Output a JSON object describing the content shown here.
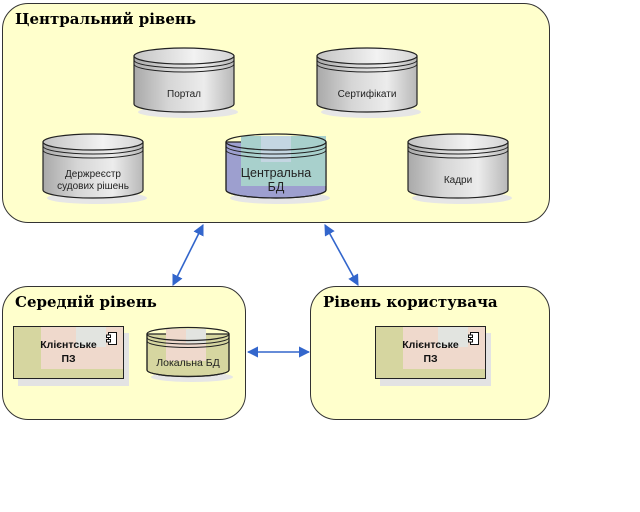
{
  "diagram": {
    "zones": {
      "central": {
        "title": "Центральний рівень"
      },
      "middle": {
        "title": "Середній рівень"
      },
      "user": {
        "title": "Рівень користувача"
      }
    },
    "central_databases": [
      {
        "id": "portal",
        "label": "Портал"
      },
      {
        "id": "certificates",
        "label": "Сертифікати"
      },
      {
        "id": "court-registry",
        "label_line1": "Держреєстр",
        "label_line2": "судових рішень"
      },
      {
        "id": "central-db",
        "label_line1": "Центральна",
        "label_line2": "БД"
      },
      {
        "id": "hr",
        "label": "Кадри"
      }
    ],
    "middle": {
      "client": {
        "label_line1": "Клієнтське",
        "label_line2": "ПЗ",
        "icon": "component-icon"
      },
      "local_db": {
        "label": "Локальна БД"
      }
    },
    "user": {
      "client": {
        "label_line1": "Клієнтське",
        "label_line2": "ПЗ",
        "icon": "component-icon"
      }
    },
    "connections": [
      {
        "from": "central",
        "to": "middle",
        "type": "bidirectional"
      },
      {
        "from": "central",
        "to": "user",
        "type": "bidirectional"
      },
      {
        "from": "middle",
        "to": "user",
        "type": "bidirectional"
      }
    ],
    "colors": {
      "zone_fill": "#ffffcc",
      "arrow": "#3366cc",
      "db_fill": "#cccccc",
      "central_db_fill": "#9999cc",
      "component_fill": "#d6d6a0"
    }
  }
}
